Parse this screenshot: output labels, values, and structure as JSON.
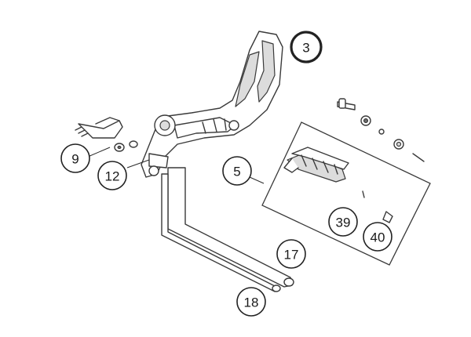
{
  "colors": {
    "highlight": "#e8712a",
    "line": "#3a3a3a",
    "background": "#ffffff"
  },
  "callouts": [
    {
      "id": "3",
      "label": "3",
      "highlighted": true
    },
    {
      "id": "5",
      "label": "5",
      "highlighted": false
    },
    {
      "id": "9",
      "label": "9",
      "highlighted": false
    },
    {
      "id": "12",
      "label": "12",
      "highlighted": false
    },
    {
      "id": "17",
      "label": "17",
      "highlighted": false
    },
    {
      "id": "18",
      "label": "18",
      "highlighted": false
    },
    {
      "id": "39",
      "label": "39",
      "highlighted": false
    },
    {
      "id": "40",
      "label": "40",
      "highlighted": false
    }
  ]
}
